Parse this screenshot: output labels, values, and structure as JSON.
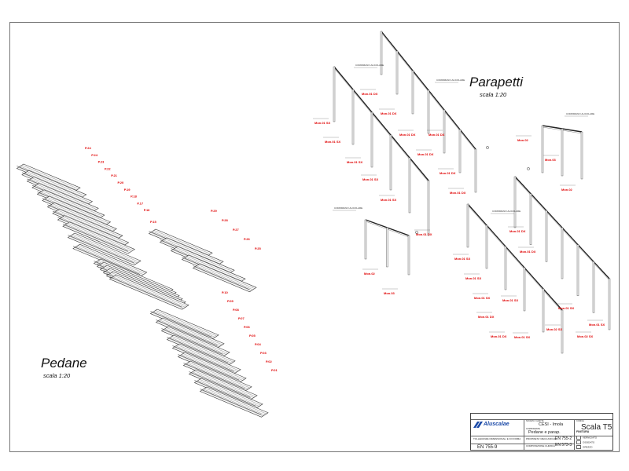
{
  "sections": {
    "pedane": {
      "title": "Pedane",
      "scale": "scala 1:20"
    },
    "parapetti": {
      "title": "Parapetti",
      "scale": "scala 1:20"
    }
  },
  "pedane_labels": {
    "left_top": [
      "P.24",
      "P.24",
      "P.23",
      "P.22",
      "P.21",
      "P.20",
      "P.19",
      "P.18",
      "P.17",
      "P.16",
      "P.15",
      "P.14"
    ],
    "mid_right": [
      "P.29",
      "P.28",
      "P.27",
      "P.26",
      "P.25"
    ],
    "left_bottom": [
      "P.10",
      "P.09",
      "P.08",
      "P.07",
      "P.06",
      "P.05",
      "P.04",
      "P.03",
      "P.02",
      "P.01"
    ]
  },
  "parapetti_labels": {
    "codes": [
      "Mon.01 SX",
      "Mon.01 SX",
      "Mon.01 DX",
      "Mon.01 DX",
      "Mon.01 DX",
      "Mon.01 SX",
      "Mon.01 DX",
      "Mon.01 DX",
      "Mon.01 SX",
      "Mon.01 DX",
      "Mon.01 DX",
      "Mon.01 SX",
      "Mon.01 DX",
      "Mon.02",
      "Mon.03",
      "Mon.02",
      "Mon.02",
      "Mon.03",
      "Mon.01 SX",
      "Mon.01 DX",
      "Mon.01 DX",
      "Mon.01 SX",
      "Mon.01 SX",
      "Mon.01 DX",
      "Mon.01 DX",
      "Mon.01 SX",
      "Mon.01 SX",
      "Mon.02 SX",
      "Mon.01 SX",
      "Mon.02 SX",
      "Mon.01 SX"
    ],
    "annotations": [
      "CORRIMANO ALICOLARE",
      "CORRIMANO ALICOLARE",
      "CORRIMANO ALICOLARE",
      "CORRIMANO ALICOLARE",
      "CORRIMANO ALICOLARE"
    ]
  },
  "title_block": {
    "company": "Aluscalae",
    "client_label": "SOCIETA' CLIENTE",
    "client": "CESI - Imola",
    "component_label": "COMPONENTE",
    "component": "Pedane e parap.",
    "sheet_code_label": "CODICE",
    "sheet_code": "Scala T5",
    "standard_left": "EN 755-9",
    "tolerance_note": "TOLLERANZE DIMENSIONALI E DI FORMA",
    "mech_note": "PROPRIETA' MECCANICHE",
    "chem_note": "COMPOSIZIONE CHIMICA",
    "standard_mid_a": "EN 755-2",
    "standard_mid_b": "EN 573-3",
    "finish_label": "FINITURA",
    "finishes": [
      "VERNICIATO",
      "OSSIDATO",
      "GREZZO"
    ]
  }
}
